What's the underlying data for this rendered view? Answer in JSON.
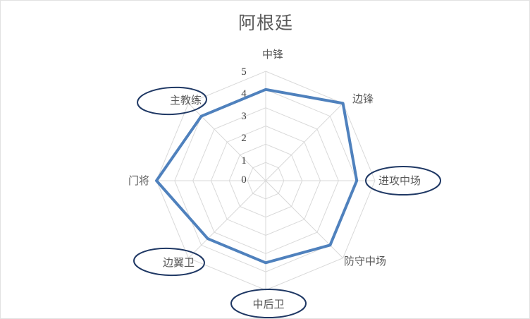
{
  "chart_data": {
    "type": "radar",
    "title": "阿根廷",
    "categories": [
      "中锋",
      "边锋",
      "进攻中场",
      "防守中场",
      "中后卫",
      "边翼卫",
      "门将",
      "主教练"
    ],
    "values": [
      4,
      5,
      4,
      4,
      3.5,
      3.5,
      5,
      4
    ],
    "series": [
      {
        "name": "阿根廷",
        "values": [
          4,
          5,
          4,
          4,
          3.5,
          3.5,
          5,
          4
        ]
      }
    ],
    "tick_labels": [
      "0",
      "1",
      "2",
      "3",
      "4",
      "5"
    ],
    "rlim": [
      0,
      5
    ],
    "rtick_step": 1,
    "grid": true,
    "legend": "none",
    "xlabel": "",
    "ylabel": "",
    "series_color": "#4F81BD",
    "grid_color": "#D9D9D9",
    "annotation_color": "#1F3864",
    "annotations": [
      {
        "label": "主教练",
        "shape": "ellipse"
      },
      {
        "label": "进攻中场",
        "shape": "ellipse"
      },
      {
        "label": "边翼卫",
        "shape": "ellipse"
      },
      {
        "label": "中后卫",
        "shape": "ellipse"
      }
    ]
  },
  "labels": {
    "axis_0": "中锋",
    "axis_1": "边锋",
    "axis_2": "进攻中场",
    "axis_3": "防守中场",
    "axis_4": "中后卫",
    "axis_5": "边翼卫",
    "axis_6": "门将",
    "axis_7": "主教练",
    "tick_5": "5",
    "tick_4": "4",
    "tick_3": "3",
    "tick_2": "2",
    "tick_1": "1",
    "tick_0": "0"
  }
}
